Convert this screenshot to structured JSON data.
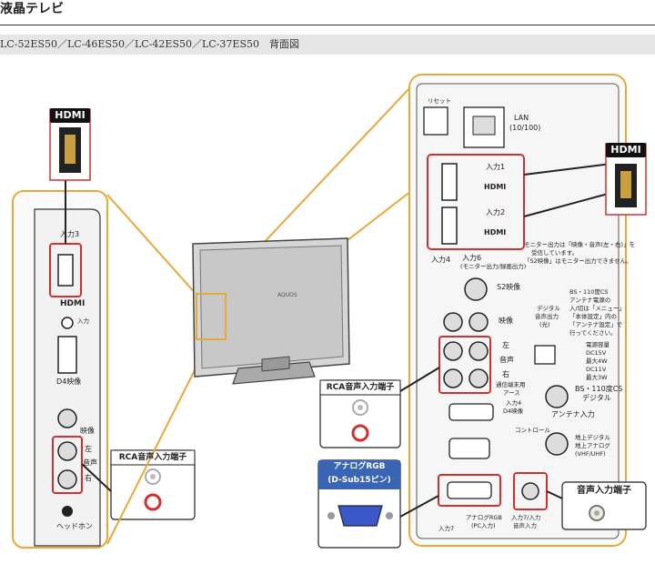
{
  "page": {
    "title": "液晶テレビ",
    "model_line": "LC-52ES50／LC-46ES50／LC-42ES50／LC-37ES50　背面図"
  },
  "colors": {
    "accent_red": "#d23030",
    "highlight_orange": "#e8a83a",
    "callout_blue": "#3a64b4",
    "panel_bg": "#fafafa"
  },
  "left_panel": {
    "input3": "入力3",
    "hdmi_logo": "HDMI",
    "input_label": "入力",
    "d4": "D4映像",
    "video": "映像",
    "left": "左",
    "audio": "音声",
    "right": "右",
    "headphone": "ヘッドホン"
  },
  "right_panel": {
    "reset": "リセット",
    "lan": "LAN",
    "lan_speed": "(10/100)",
    "input1": "入力1",
    "input2": "入力2",
    "hdmi_logo": "HDMI",
    "input4": "入力4",
    "input6": "入力6",
    "monitor_out": "(モニター出力/録画出力)",
    "monitor_note_1": "モニター出力は「映像・音声(左・右)」を",
    "monitor_note_2": "受信しています。",
    "monitor_note_3": "「S2映像」はモニター出力できません。",
    "s2": "S2映像",
    "video": "映像",
    "left": "左",
    "audio": "音声",
    "right": "右",
    "digital_audio": "デジタル",
    "digital_audio_2": "音声出力",
    "digital_audio_3": "(光)",
    "bs_note_1": "BS・110度CS",
    "bs_note_2": "アンテナ電源の",
    "bs_note_3": "入/切は「メニュー」",
    "bs_note_4": "「本体設定」内の",
    "bs_note_5": "「アンテナ設定」で",
    "bs_note_6": "行ってください。",
    "power_note_1": "電源容量",
    "power_note_2": "DC15V",
    "power_note_3": "最大4W",
    "power_note_4": "DC11V",
    "power_note_5": "最大3W",
    "comm_ground": "通信端末用",
    "comm_ground_2": "アース",
    "input4_d4": "入力4",
    "input4_d4_2": "D4映像",
    "bs_cs": "BS・110度CS",
    "bs_cs_2": "デジタル",
    "antenna_in": "アンテナ入力",
    "control": "コントロール",
    "terrestrial": "地上デジタル",
    "terrestrial_2": "地上アナログ",
    "terrestrial_3": "(VHF/UHF)",
    "input7": "入力7",
    "analog_rgb": "アナログRGB",
    "analog_rgb_2": "(PC入力)",
    "input7_audio": "入力7/入力",
    "input7_audio_2": "音声入力"
  },
  "tv_logo": "AQUOS",
  "callouts": {
    "hdmi_left": "HDMI",
    "hdmi_right": "HDMI",
    "rca_top": "RCA音声入力端子",
    "rca_left": "RCA音声入力端子",
    "analog_rgb_title_1": "アナログRGB",
    "analog_rgb_title_2": "(D-Sub15ピン)",
    "audio_in": "音声入力端子"
  }
}
